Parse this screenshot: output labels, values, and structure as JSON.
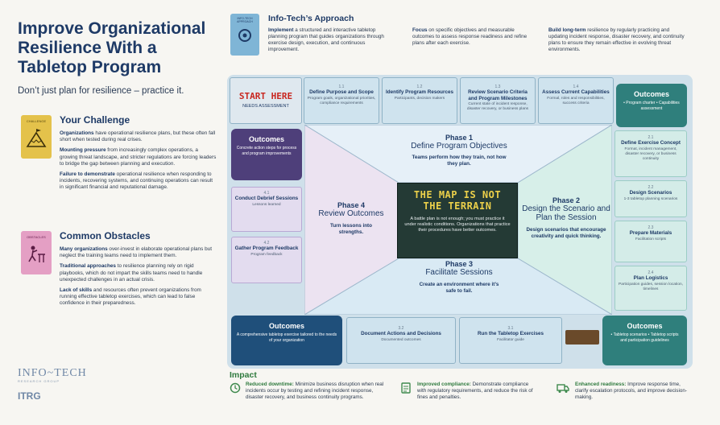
{
  "header": {
    "title": "Improve Organizational Resilience With a Tabletop Program",
    "subtitle": "Don’t just plan for resilience – practice it."
  },
  "challenge": {
    "title": "Your Challenge",
    "badge": "CHALLENGE",
    "paragraphs": [
      {
        "lead": "Organizations",
        "text": " have operational resilience plans, but these often fall short when tested during real crises."
      },
      {
        "lead": "Mounting pressure",
        "text": " from increasingly complex operations, a growing threat landscape, and stricter regulations are forcing leaders to bridge the gap between planning and execution."
      },
      {
        "lead": "Failure to demonstrate",
        "text": " operational resilience when responding to incidents, recovering systems, and continuing operations can result in significant financial and reputational damage."
      }
    ]
  },
  "obstacles": {
    "title": "Common Obstacles",
    "badge": "OBSTACLES",
    "paragraphs": [
      {
        "lead": "Many organizations",
        "text": " over-invest in elaborate operational plans but neglect the training teams need to implement them."
      },
      {
        "lead": "Traditional approaches",
        "text": " to resilience planning rely on rigid playbooks, which do not impart the skills teams need to handle unexpected challenges in an actual crisis."
      },
      {
        "lead": "Lack of skills",
        "text": " and resources often prevent organizations from running effective tabletop exercises, which can lead to false confidence in their preparedness."
      }
    ]
  },
  "approach": {
    "title": "Info-Tech’s Approach",
    "icon_text": "INFO-TECH APPROACH",
    "columns": [
      {
        "lead": "Implement",
        "text": " a structured and interactive tabletop planning program that guides organizations through exercise design, execution, and continuous improvement."
      },
      {
        "lead": "Focus",
        "text": " on specific objectives and measurable outcomes to assess response readiness and refine plans after each exercise."
      },
      {
        "lead": "Build long-term",
        "text": " resilience by regularly practicing and updating incident response, disaster recovery, and continuity plans to ensure they remain effective in evolving threat environments."
      }
    ]
  },
  "map": {
    "start_label": "START HERE",
    "start_sub": "NEEDS ASSESSMENT",
    "top_cells": [
      {
        "num": "1.1",
        "title": "Define Purpose and Scope",
        "sub": "Program goals, organizational priorities, compliance requirements"
      },
      {
        "num": "1.2",
        "title": "Identify Program Resources",
        "sub": "Participants, decision makers"
      },
      {
        "num": "1.3",
        "title": "Review Scenario Criteria and Program Milestones",
        "sub": "Current state of incident response, disaster recovery, or business plans"
      },
      {
        "num": "1.4",
        "title": "Assess Current Capabilities",
        "sub": "Formal, roles and responsibilities, success criteria"
      }
    ],
    "outcome_top_right": {
      "title": "Outcomes",
      "text": "• Program charter • Capabilities assessment"
    },
    "outcome_left": {
      "title": "Outcomes",
      "text": "Concrete action steps for process and program improvements"
    },
    "outcome_bottom_left": {
      "title": "Outcomes",
      "text": "A comprehensive tabletop exercise tailored to the needs of your organization"
    },
    "outcome_bottom_right": {
      "title": "Outcomes",
      "text": "• Tabletop scenarios • Tabletop scripts and participation guidelines"
    },
    "left_cells": [
      {
        "num": "4.1",
        "title": "Conduct Debrief Sessions",
        "sub": "Lessons learned"
      },
      {
        "num": "4.2",
        "title": "Gather Program Feedback",
        "sub": "Program feedback"
      }
    ],
    "right_cells": [
      {
        "num": "2.1",
        "title": "Define Exercise Concept",
        "sub": "Format, incident management, disaster recovery, or business continuity"
      },
      {
        "num": "2.2",
        "title": "Design Scenarios",
        "sub": "1-3 tabletop planning scenarios"
      },
      {
        "num": "2.3",
        "title": "Prepare Materials",
        "sub": "Facilitation scripts"
      },
      {
        "num": "2.4",
        "title": "Plan Logistics",
        "sub": "Participation guides, session location, timelines"
      }
    ],
    "bottom_cells": [
      {
        "num": "3.2",
        "title": "Document Actions and Decisions",
        "sub": "Documented outcomes"
      },
      {
        "num": "3.1",
        "title": "Run the Tabletop Exercises",
        "sub": "Facilitator guide"
      }
    ],
    "phases": [
      {
        "label": "Phase 1",
        "name": "Define Program Objectives",
        "text": "Teams perform how they train, not how they plan."
      },
      {
        "label": "Phase 2",
        "name": "Design the Scenario and Plan the Session",
        "text": "Design scenarios that encourage creativity and quick thinking."
      },
      {
        "label": "Phase 3",
        "name": "Facilitate Sessions",
        "text": "Create an environment where it’s safe to fail."
      },
      {
        "label": "Phase 4",
        "name": "Review Outcomes",
        "text": "Turn lessons into strengths."
      }
    ],
    "center": {
      "slogan": "THE MAP IS NOT THE TERRAIN",
      "text": "A battle plan is not enough; you must practice it under realistic conditions. Organizations that practice their procedures have better outcomes."
    }
  },
  "impact": {
    "title": "Impact",
    "items": [
      {
        "lead": "Reduced downtime:",
        "text": " Minimize business disruption when real incidents occur by testing and refining incident response, disaster recovery, and business continuity programs.",
        "icon": "clock-icon"
      },
      {
        "lead": "Improved compliance:",
        "text": " Demonstrate compliance with regulatory requirements, and reduce the risk of fines and penalties.",
        "icon": "checklist-icon"
      },
      {
        "lead": "Enhanced readiness:",
        "text": " Improve response time, clarify escalation protocols, and improve decision-making.",
        "icon": "truck-icon"
      }
    ]
  },
  "logos": {
    "infotech": "INFO~TECH",
    "infotech_sub": "RESEARCH GROUP",
    "itrg": "ITRG"
  },
  "colors": {
    "navy": "#1e3a66",
    "purple": "#5b4a86",
    "teal": "#2f7f7c",
    "green": "#2f7a3e",
    "map_dark": "#243a35",
    "slogan": "#ecd04a"
  }
}
